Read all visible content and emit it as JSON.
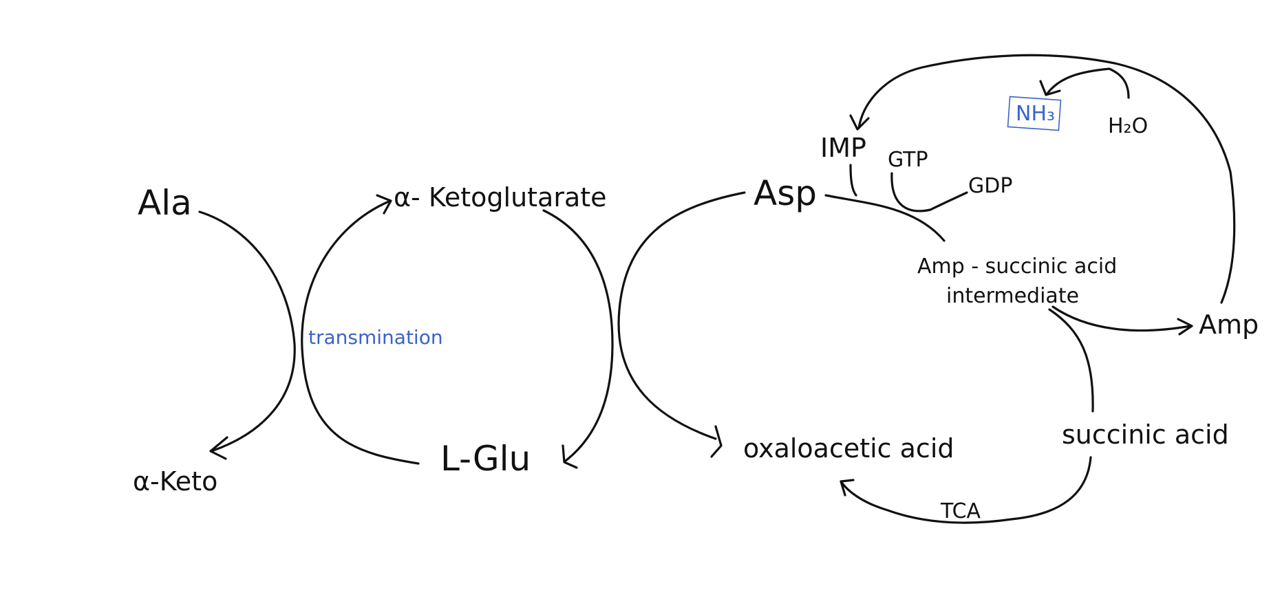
{
  "diagram": {
    "nodes": {
      "ala": "Ala",
      "alpha_keto": "α-Keto",
      "alpha_ketoglutarate": "α- Ketoglutarate",
      "l_glu": "L-Glu",
      "asp": "Asp",
      "oxaloacetic_acid": "oxaloacetic acid",
      "imp": "IMP",
      "gtp": "GTP",
      "gdp": "GDP",
      "amp_succinic_line1": "Amp - succinic acid",
      "amp_succinic_line2": "intermediate",
      "amp": "Amp",
      "succinic_acid": "succinic acid",
      "nh3": "NH₃",
      "h2o": "H₂O"
    },
    "edge_labels": {
      "transamination": "transmination",
      "tca": "TCA"
    },
    "colors": {
      "ink": "#111111",
      "annotation": "#3a63c9"
    }
  }
}
